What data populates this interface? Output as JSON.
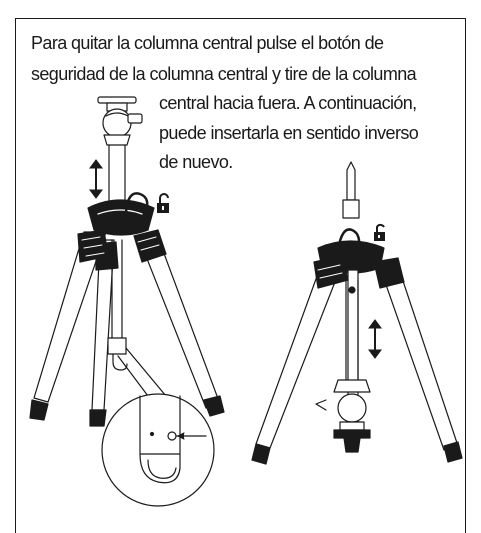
{
  "instructions": {
    "line1": "Para quitar la columna central pulse el botón de",
    "line2": "seguridad de la columna central y tire de la columna",
    "line3": "central hacia fuera. A continuación,",
    "line4": "puede insertarla en sentido inverso",
    "line5": "de nuevo."
  },
  "icons": [
    "open-lock-icon",
    "up-down-arrow-icon"
  ],
  "colors": {
    "ink": "#1a1a1a",
    "background": "#ffffff"
  }
}
